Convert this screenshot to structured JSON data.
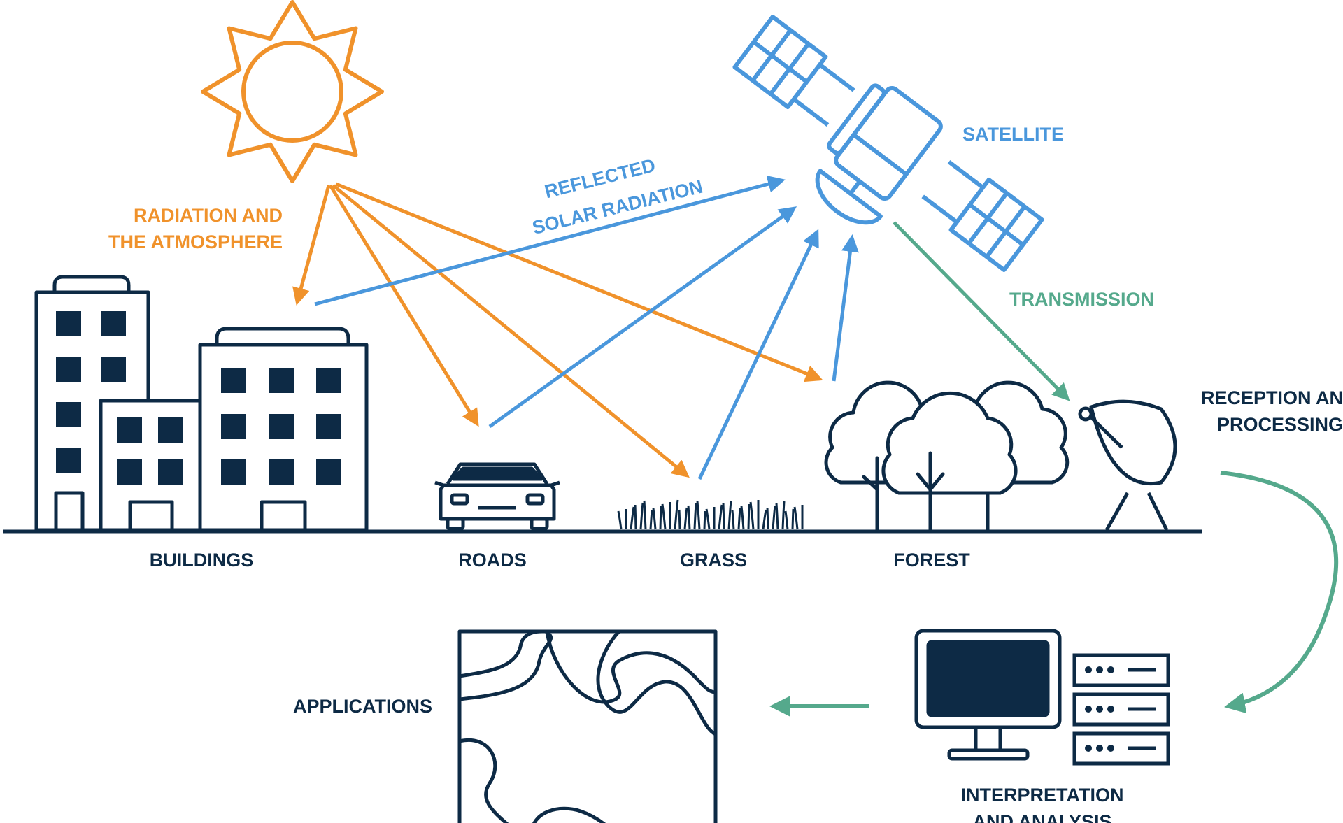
{
  "colors": {
    "navy": "#0d2a45",
    "orange": "#f0922b",
    "blue": "#4a97dc",
    "green": "#55a98c",
    "background": "#ffffff"
  },
  "labels": {
    "radiation_line1": "RADIATION AND",
    "radiation_line2": "THE ATMOSPHERE",
    "reflected_line1": "REFLECTED",
    "reflected_line2": "SOLAR RADIATION",
    "satellite": "SATELLITE",
    "transmission": "TRANSMISSION",
    "reception_line1": "RECEPTION AN",
    "reception_line2": "PROCESSING",
    "buildings": "BUILDINGS",
    "roads": "ROADS",
    "grass": "GRASS",
    "forest": "FOREST",
    "applications": "APPLICATIONS",
    "interpretation_line1": "INTERPRETATION",
    "interpretation_line2": "AND ANALYSIS"
  },
  "icons": [
    "sun-icon",
    "satellite-icon",
    "buildings-icon",
    "car-icon",
    "grass-icon",
    "forest-icon",
    "dish-antenna-icon",
    "computer-icon",
    "server-icon",
    "map-icon"
  ]
}
